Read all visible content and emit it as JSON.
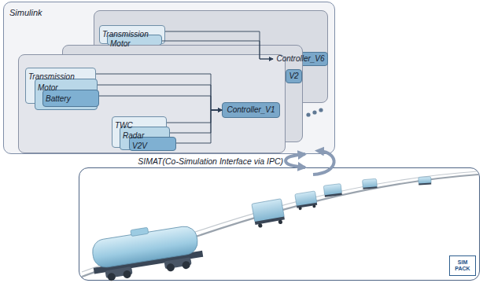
{
  "diagram": {
    "nodes": [
      {
        "text": [
          "Simulink"
        ]
      },
      {
        "text": [],
        "in": 0
      },
      {
        "text": [
          "Transmission"
        ],
        "in": 1
      },
      {
        "text": [
          "Motor"
        ],
        "in": 1
      },
      {
        "text": [
          "Controller_V6"
        ],
        "in": 1
      },
      {
        "text": [],
        "in": 0
      },
      {
        "text": [
          "V2"
        ],
        "in": 5
      },
      {
        "text": [],
        "in": 0
      },
      {
        "text": [
          "Transmission"
        ],
        "in": 7
      },
      {
        "text": [
          "Motor"
        ],
        "in": 7
      },
      {
        "text": [
          "Battery"
        ],
        "in": 7
      },
      {
        "text": [
          "TWC"
        ],
        "in": 7
      },
      {
        "text": [
          "Radar"
        ],
        "in": 7
      },
      {
        "text": [
          "V2V"
        ],
        "in": 7
      },
      {
        "text": [
          "Controller_V1"
        ],
        "in": 7
      },
      {
        "text": []
      },
      {
        "text": [
          "SIM PACK"
        ],
        "in": 15
      }
    ],
    "edges": [
      {
        "from": 8,
        "to": 14,
        "arrow": "to"
      },
      {
        "from": 9,
        "to": 14,
        "arrow": "to"
      },
      {
        "from": 10,
        "to": 14,
        "arrow": "to"
      },
      {
        "from": 11,
        "to": 14,
        "arrow": "to"
      },
      {
        "from": 12,
        "to": 14,
        "arrow": "to"
      },
      {
        "from": 13,
        "to": 14,
        "arrow": "to"
      },
      {
        "from": 2,
        "to": 4,
        "arrow": "to"
      },
      {
        "from": 3,
        "to": 4,
        "arrow": "to"
      },
      {
        "from": 0,
        "to": 15,
        "arrow": "both",
        "label": "SIMAT(Co-Simulation Interface via IPC)"
      }
    ]
  }
}
